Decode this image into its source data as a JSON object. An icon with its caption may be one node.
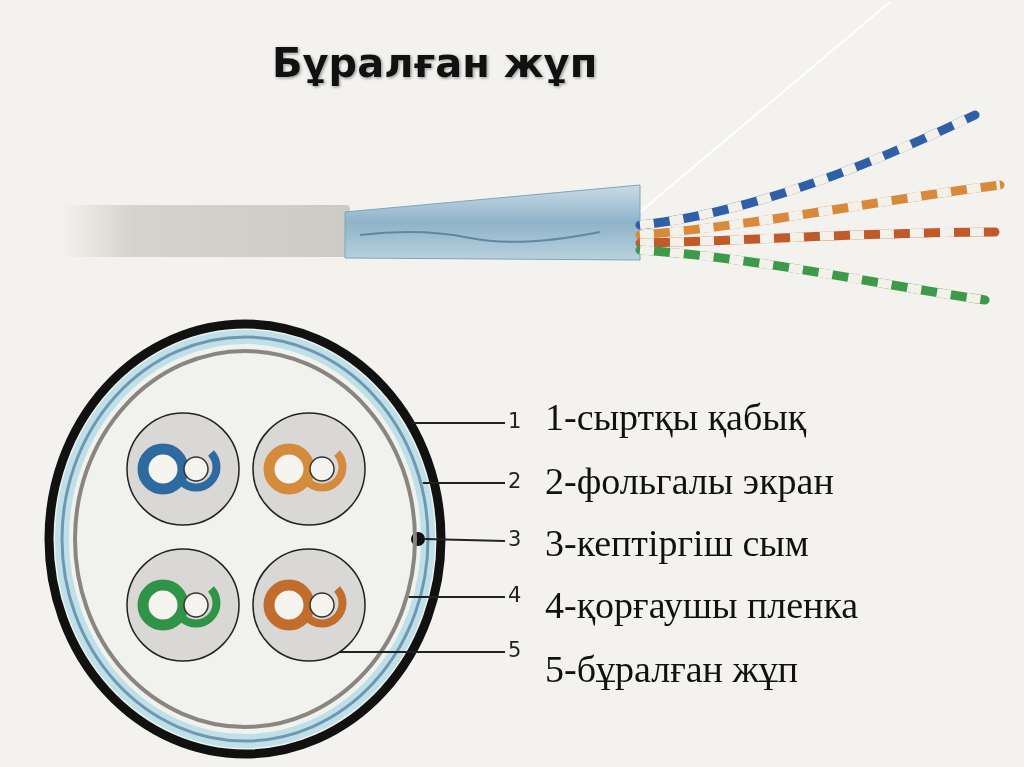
{
  "diagram": {
    "title": "Бұралған жұп",
    "nodes": [
      {
        "text": [
          "1"
        ]
      },
      {
        "text": [
          "2"
        ]
      },
      {
        "text": [
          "3"
        ]
      },
      {
        "text": [
          "4"
        ]
      },
      {
        "text": [
          "5"
        ]
      },
      {
        "text": [],
        "shape": "circle"
      },
      {
        "text": [],
        "shape": "circle"
      },
      {
        "text": [],
        "shape": "circle",
        "in": 6
      },
      {
        "text": [],
        "shape": "circle",
        "in": 6
      },
      {
        "text": [],
        "shape": "circle",
        "in": 8
      }
    ],
    "edges": [
      {
        "from": 0,
        "to": 5,
        "arrow": "none"
      },
      {
        "from": 1,
        "to": 6,
        "arrow": "none"
      },
      {
        "from": 2,
        "to": 7,
        "arrow": "none"
      },
      {
        "from": 3,
        "to": 8,
        "arrow": "none"
      },
      {
        "from": 4,
        "to": 9,
        "arrow": "none"
      }
    ],
    "labels": [
      "1-сыртқы қабық",
      "2-фольгалы экран",
      "3-кептіргіш сым",
      "4-қорғаушы пленка",
      "5-бұралған жұп"
    ]
  }
}
